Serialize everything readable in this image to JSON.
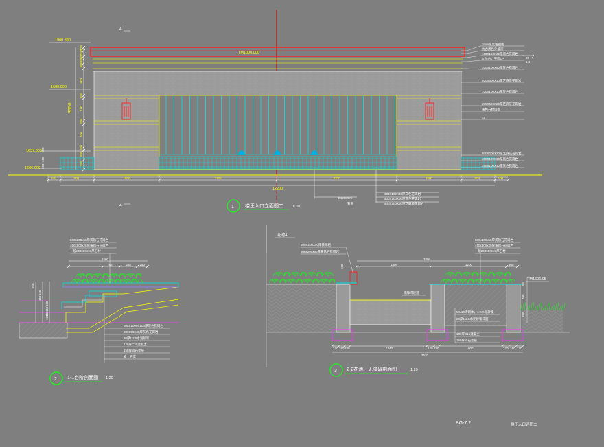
{
  "colors": {
    "bg": "#7f7f7f",
    "red": "#ff2020",
    "yellow": "#ffff00",
    "cyan": "#00e5e5",
    "white": "#ffffff",
    "magenta": "#ff30ff",
    "green": "#22ee22",
    "wall": "#9a9a9a"
  },
  "drawing1": {
    "grid_label_top": "4",
    "grid_label_bottom": "4",
    "num": "1",
    "title": "楼王入口立面图二",
    "scale": "1:30",
    "level_top": "1900.380",
    "level_mid": "1699.000",
    "level_lower": "1637.300",
    "level_base": "1606.000",
    "top_tag": "TM1000.000",
    "vdims": [
      "120",
      "100",
      "100",
      "300",
      "800",
      "600",
      "800",
      "100",
      "600",
      "500",
      "500",
      "600",
      "350"
    ],
    "vdim_total": "3550",
    "left_small": [
      "500",
      "100",
      "100"
    ],
    "hdims": [
      "100",
      "800",
      "1600",
      "3300",
      "3300",
      "1600",
      "800",
      "100"
    ],
    "hdim_total": "12200",
    "bottom_notes": [
      "300X100X30厚灰色花岗岩",
      "500X100X50厚灰色花岗岩",
      "500X100X50厚芝麻白花岗岩"
    ],
    "bottom_tag": "Φ4900mm",
    "bottom_tag2": "管道",
    "right_notes": [
      "3mm厚黑色钢板",
      "仿古黑色外墙漆",
      "100X150X30厚黑色花岗岩",
      "A.仿古，平面C~",
      "200X100X50厚灰色花岗岩",
      "600X600X30厚芝麻灰花岗岩",
      "100X100X30厚灰色花岗岩",
      "200X600X20厚芝麻灰花岗岩",
      "黄色石材饰面",
      "48",
      "600X200X20厚芝麻灰花岗岩",
      "200X100X30厚黑色花岗岩",
      "250X100X30厚灰色花岗岩"
    ],
    "right_dims": [
      "20",
      "1.4"
    ]
  },
  "drawing2": {
    "num": "2",
    "title": "1-1台阶剖面图",
    "scale": "1:20",
    "top_notes": [
      "500x200x50厚黄锈石花岗岩",
      "450x500x20厚黄锈石花岗岩",
      "一般200x50mm厚石材"
    ],
    "top_dim": "1600",
    "seg_dims": [
      "50",
      "250",
      "250"
    ],
    "left_dims": [
      "650",
      "150",
      "150",
      "150",
      "150",
      "20",
      "100"
    ],
    "notes": [
      "500X1000X100厚灰色花岗岩",
      "300X50X30厚灰色花岗岩",
      "30厚1:2.5水泥砂浆",
      "120厚C20混凝土",
      "150厚碎石垫层",
      "素土夯实"
    ]
  },
  "drawing3": {
    "num": "3",
    "title": "2-2花池、无障碍剖面图",
    "scale": "1:20",
    "left_tag": "花池A",
    "left_notes": [
      "500X200X50厚黄锈石",
      "500x200x50厚黄锈石花岗岩"
    ],
    "right_notes": [
      "500x200x50厚黄锈石花岗岩",
      "450x500x20厚黄锈石花岗岩",
      "一般200x50mm厚石材"
    ],
    "top_dim": "3300",
    "seg_dims": [
      "1500",
      "1200",
      "300"
    ],
    "mid_note": "无障碍坡道",
    "notes": [
      "MU10砖砌体，1:2水泥砂浆",
      "20厚1:2.5水泥砂浆抹面",
      "100厚C15混凝土",
      "150厚碎石垫层"
    ],
    "left_vdim": "180",
    "tm": "TM1606.05",
    "right_vdims": [
      "50",
      "400",
      "850"
    ],
    "bot_dims": [
      "120",
      "180",
      "180",
      "1340",
      "120",
      "180",
      "900",
      "120",
      "180",
      "120"
    ],
    "bot_total": "3520"
  },
  "footer": {
    "sheet": "BG-7.2",
    "caption": "楼王入口详图二"
  }
}
